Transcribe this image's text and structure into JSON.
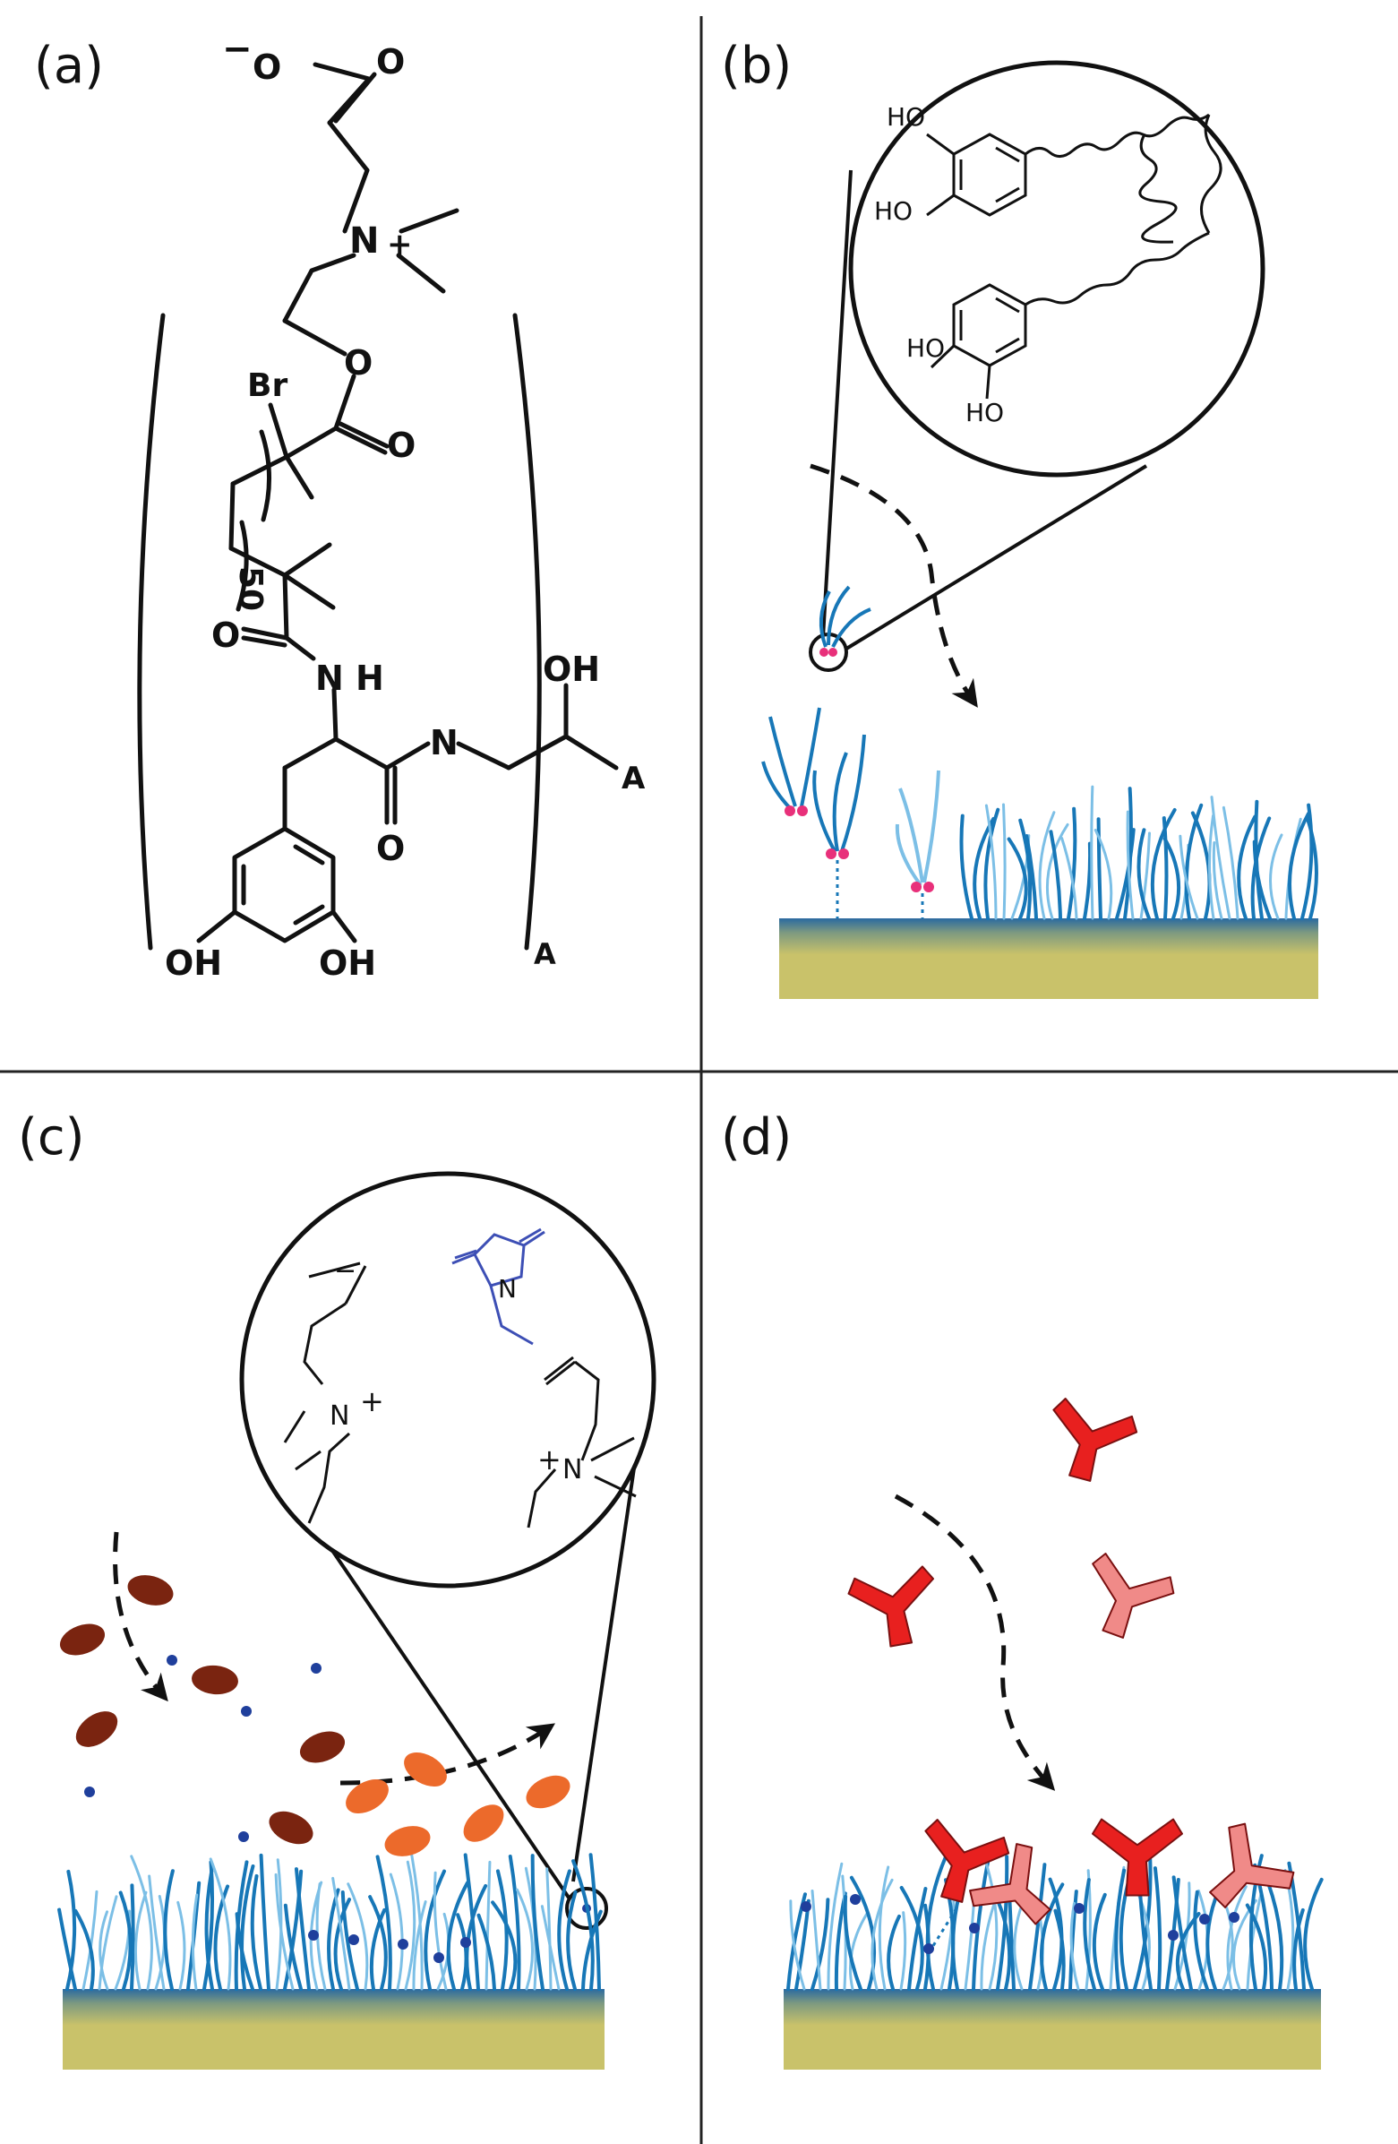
{
  "panels": {
    "a": {
      "label": "(a)"
    },
    "b": {
      "label": "(b)"
    },
    "c": {
      "label": "(c)"
    },
    "d": {
      "label": "(d)"
    }
  },
  "panel_a": {
    "carboxylate_charge": "−",
    "carboxylate_O": "O",
    "carbonyl_O": "O",
    "ammonium_N": "N",
    "ammonium_charge": "+",
    "ester_O": "O",
    "bromine": "Br",
    "ester_carbonyl_O": "O",
    "repeat_count": "50",
    "amide_O": "O",
    "amide_NH": "N H",
    "amide2_N": "N",
    "amide2_O": "O",
    "side_OH": "OH",
    "end_group": "A",
    "subscript": "A",
    "catechol_OH_left": "OH",
    "catechol_OH_right": "OH"
  },
  "panel_b": {
    "HO_1": "HO",
    "HO_2": "HO",
    "HO_3": "HO",
    "HO_4": "HO"
  },
  "panel_c": {
    "charge_minus": "−",
    "charge_plus_1": "+",
    "charge_plus_2": "+",
    "N_1": "N",
    "N_2": "N",
    "N_nhs": "N"
  },
  "colors": {
    "brush_dark": "#1777b7",
    "brush_light": "#7cbfe6",
    "substrate_top": "#2a6aa0",
    "substrate_bottom": "#c9c26a",
    "catechol_pink": "#e8307a",
    "protein_dark": "#7a2410",
    "protein_orange": "#ec6a2b",
    "dot_blue": "#1f3f9c",
    "antibody_red": "#e8201f",
    "antibody_pink": "#f08a88",
    "nhs_blue": "#3d4fb5"
  }
}
